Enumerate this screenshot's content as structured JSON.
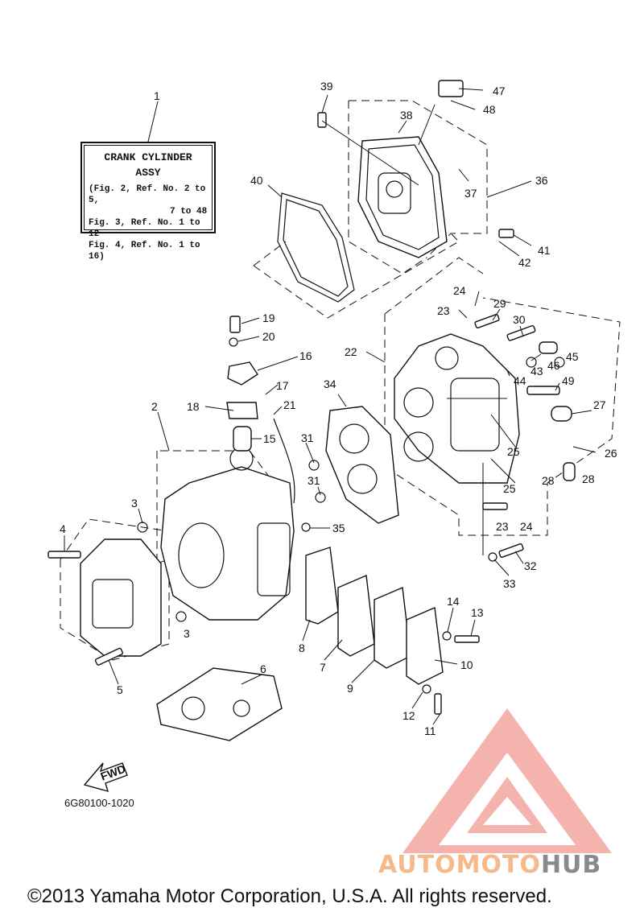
{
  "assembly_box": {
    "line1": "CRANK CYLINDER",
    "line2": "ASSY",
    "refs": [
      "(Fig. 2, Ref. No. 2 to 5,",
      "7 to 48",
      "Fig. 3, Ref. No. 1 to 12",
      "Fig. 4, Ref. No. 1 to 16)"
    ]
  },
  "part_numbers": [
    "1",
    "2",
    "3",
    "3",
    "4",
    "5",
    "6",
    "7",
    "8",
    "9",
    "10",
    "11",
    "12",
    "13",
    "14",
    "15",
    "16",
    "17",
    "18",
    "19",
    "20",
    "21",
    "22",
    "23",
    "23",
    "24",
    "24",
    "25",
    "25",
    "26",
    "27",
    "28",
    "28",
    "29",
    "30",
    "31",
    "31",
    "32",
    "33",
    "34",
    "35",
    "36",
    "37",
    "38",
    "39",
    "40",
    "41",
    "42",
    "43",
    "44",
    "45",
    "46",
    "47",
    "48",
    "49"
  ],
  "fwd_label": "FWD",
  "document_number": "6G80100-1020",
  "watermark": {
    "text_a": "AUTOMOTO",
    "text_b": "HUB",
    "color_a": "#f6b98a",
    "color_b": "#8a8a8a",
    "logo_color": "#f2a09a"
  },
  "copyright": "©2013 Yamaha Motor Corporation, U.S.A. All rights reserved."
}
